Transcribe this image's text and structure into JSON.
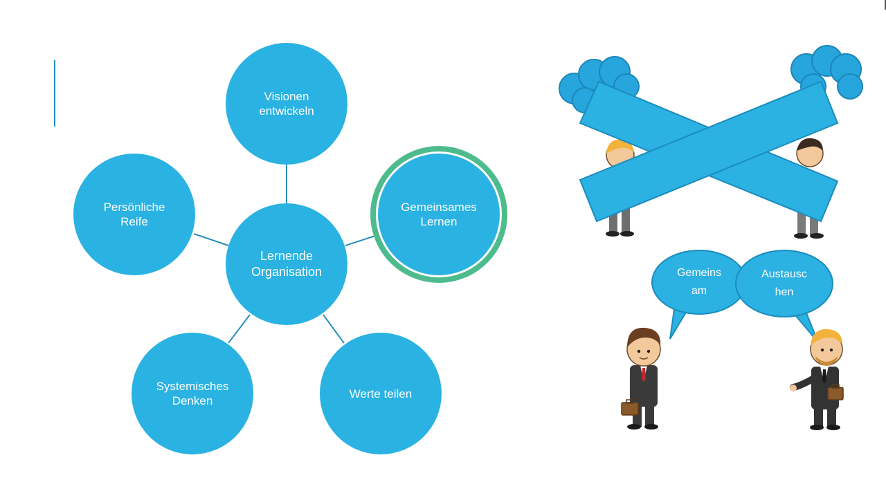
{
  "diagram": {
    "center": {
      "label": "Lernende\nOrganisation"
    },
    "nodes": [
      {
        "id": "visionen",
        "label": "Visionen\nentwickeln"
      },
      {
        "id": "persoenliche-reife",
        "label": "Persönliche\nReife"
      },
      {
        "id": "gemeinsames-lernen",
        "label": "Gemeinsames\nLernen",
        "highlighted": true
      },
      {
        "id": "systemisches-denken",
        "label": "Systemisches\nDenken"
      },
      {
        "id": "werte-teilen",
        "label": "Werte teilen"
      }
    ],
    "colors": {
      "node": "#29b2e2",
      "line": "#2a8fb8",
      "highlight_ring": "#4dbb8e"
    }
  },
  "illustration": {
    "speech_bubbles": [
      {
        "id": "left",
        "label": "Gemeins\nam"
      },
      {
        "id": "right",
        "label": "Austausc\nhen"
      }
    ],
    "icons": [
      "cloud-icon",
      "cross-icon",
      "businessman-icon",
      "briefcase-icon"
    ],
    "colors": {
      "cross": "#2bb1e2",
      "cloud": "#27a6dd",
      "bubble": "#2bb1e2",
      "suit": "#3a3a3a"
    }
  }
}
